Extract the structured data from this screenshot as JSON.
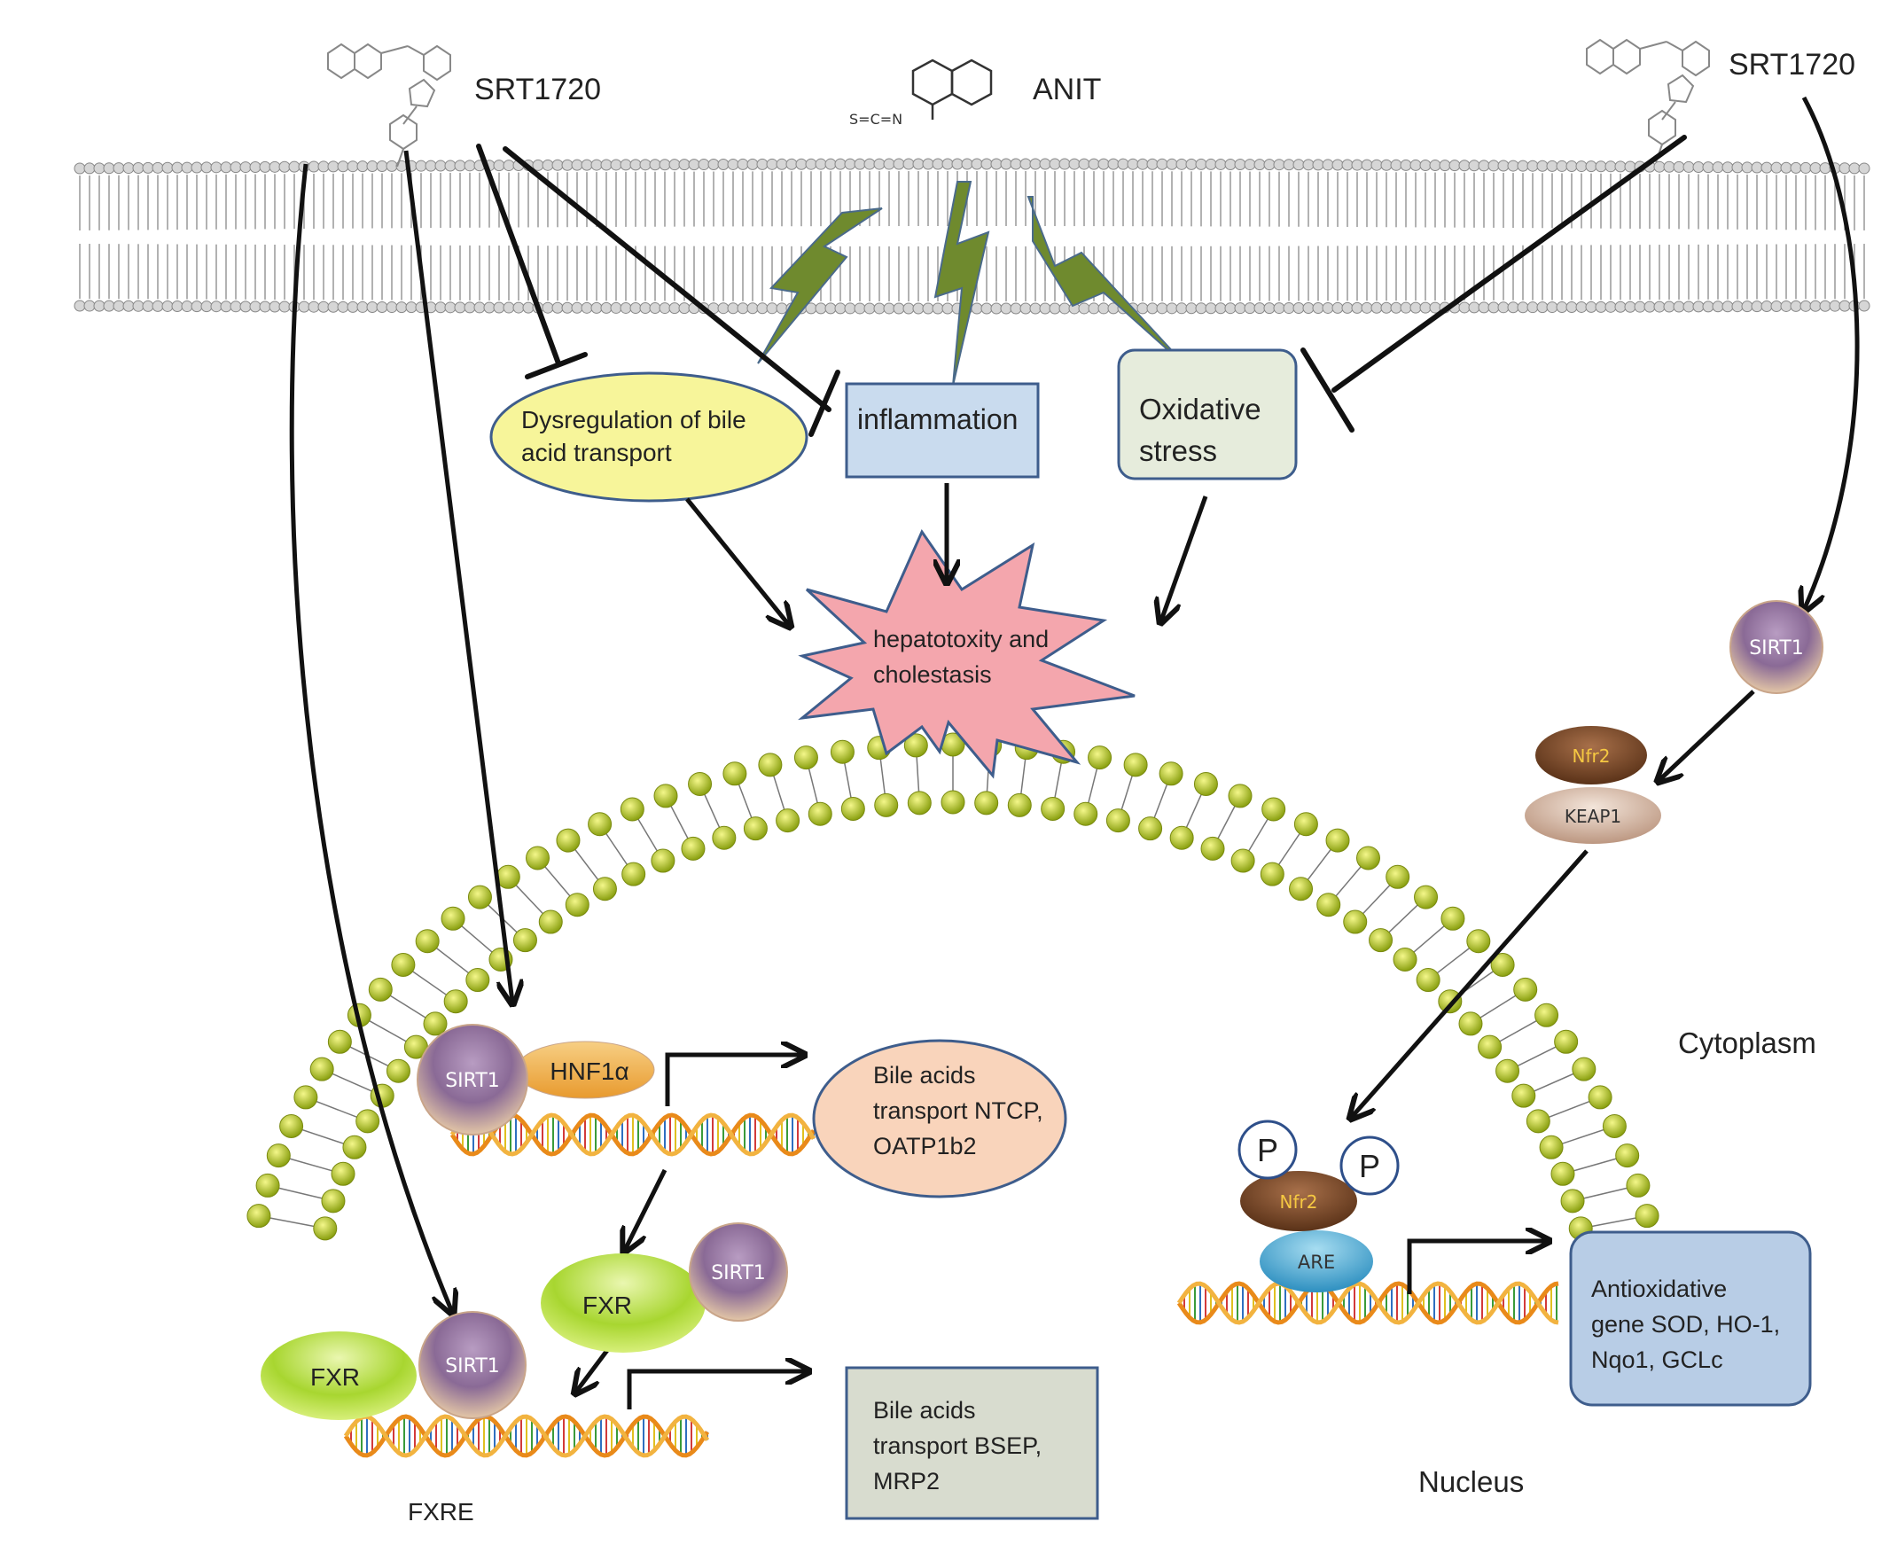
{
  "drugs": {
    "srt1720_left": "SRT1720",
    "srt1720_right": "SRT1720",
    "anit": "ANIT",
    "anit_formula": "S=C=N"
  },
  "effects": {
    "bile_dysregulation": [
      "Dysregulation of bile",
      "acid transport"
    ],
    "inflammation": "inflammation",
    "oxidative_stress": [
      "Oxidative",
      "stress"
    ],
    "hepatotoxicity": [
      "hepatotoxity and",
      "cholestasis"
    ]
  },
  "proteins": {
    "sirt1": "SIRT1",
    "hnf1a": "HNF1α",
    "fxr": "FXR",
    "nfr2": "Nfr2",
    "keap1": "KEAP1",
    "are": "ARE",
    "phospho": "P"
  },
  "targets": {
    "ntcp": [
      "Bile acids",
      "transport  NTCP,",
      "OATP1b2"
    ],
    "bsep": [
      "Bile acids",
      "transport BSEP,",
      "MRP2"
    ],
    "antioxidative": [
      "Antioxidative",
      "gene SOD, HO-1,",
      "Nqo1, GCLc"
    ]
  },
  "compartments": {
    "cytoplasm": "Cytoplasm",
    "nucleus": "Nucleus",
    "fxre": "FXRE"
  },
  "colors": {
    "lipid_head": "#c8d41a",
    "bolt": "#6f8a2e",
    "ellipse_yellow": "#f7f59a",
    "box_blue": "#c9dbee",
    "box_green": "#e6ecdc",
    "star_pink": "#f4a6ad",
    "ntcp_peach": "#f9d4bb",
    "bsep_gray": "#d8dccf",
    "antiox_blue": "#b8cde6",
    "sirt1": "#8a6a96",
    "hnf1a": "#f2b24f",
    "fxr": "#b8dc3a",
    "nfr2": "#7a4a2a",
    "keap1": "#d9c0ad",
    "are": "#4ab0d8"
  }
}
